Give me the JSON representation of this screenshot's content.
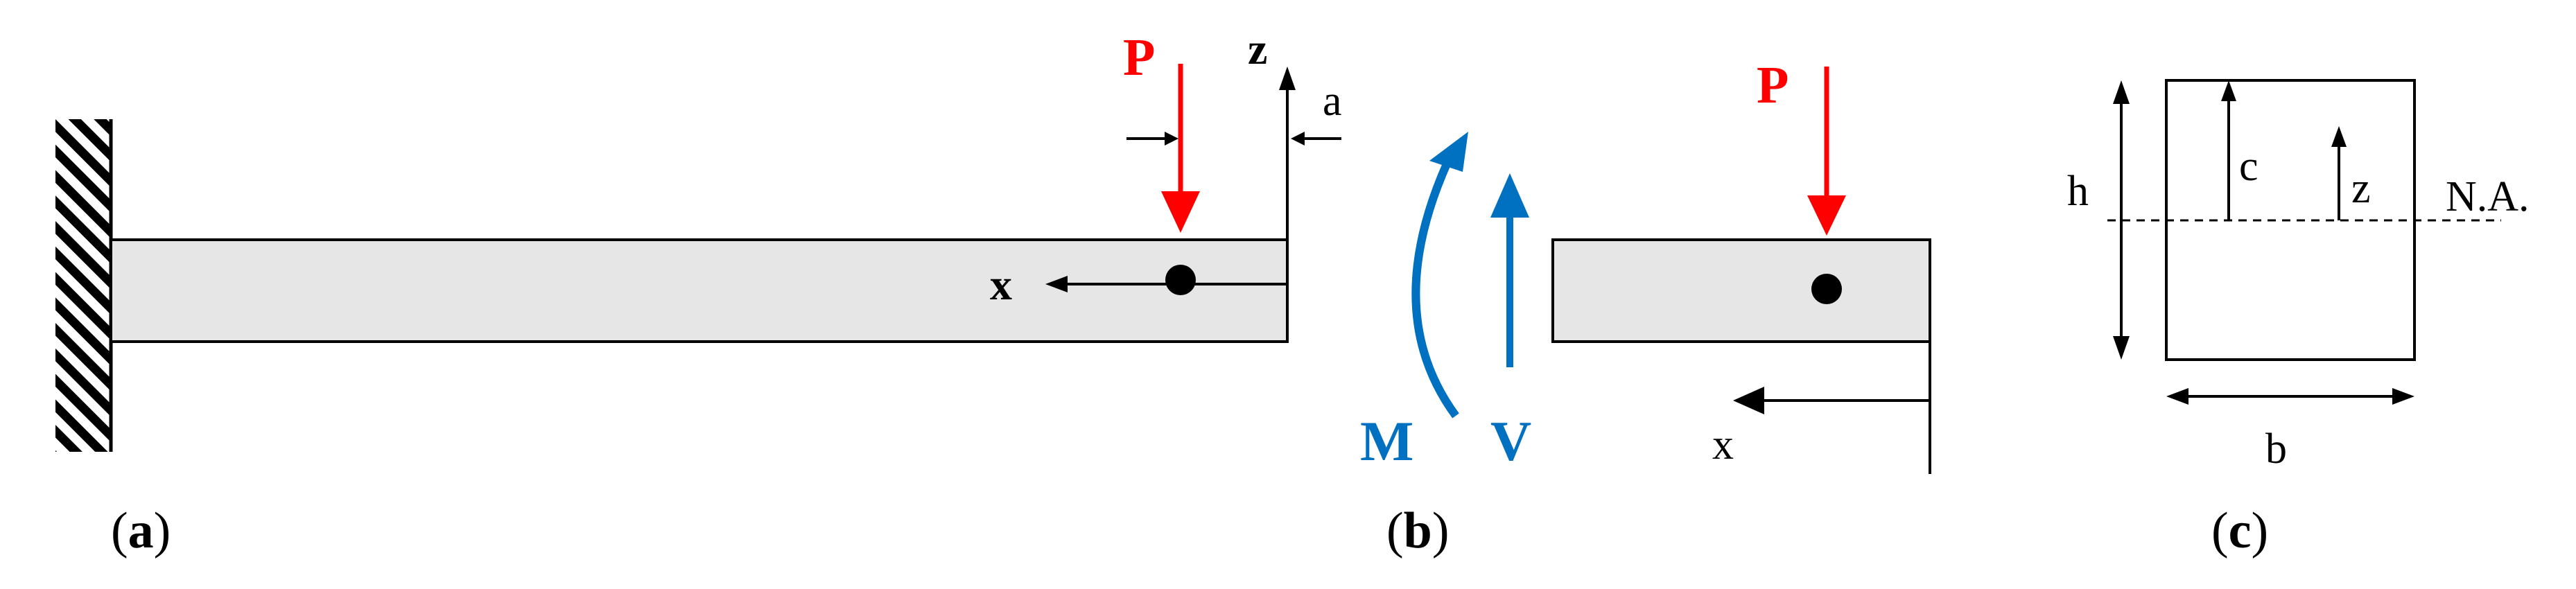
{
  "panel_a": {
    "caption_open": "(",
    "caption_letter": "a",
    "caption_close": ")",
    "load_label": "P",
    "axis_z_label": "z",
    "axis_x_label": "x",
    "offset_label": "a"
  },
  "panel_b": {
    "caption_open": "(",
    "caption_letter": "b",
    "caption_close": ")",
    "load_label": "P",
    "moment_label": "M",
    "shear_label": "V",
    "axis_x_label": "x"
  },
  "panel_c": {
    "caption_open": "(",
    "caption_letter": "c",
    "caption_close": ")",
    "height_label": "h",
    "width_label": "b",
    "c_label": "c",
    "z_label": "z",
    "neutral_axis_label": "N.A."
  },
  "colors": {
    "load": "#ff0000",
    "internal_forces": "#0070c0",
    "beam_fill": "#e6e6e6",
    "line": "#000000"
  }
}
